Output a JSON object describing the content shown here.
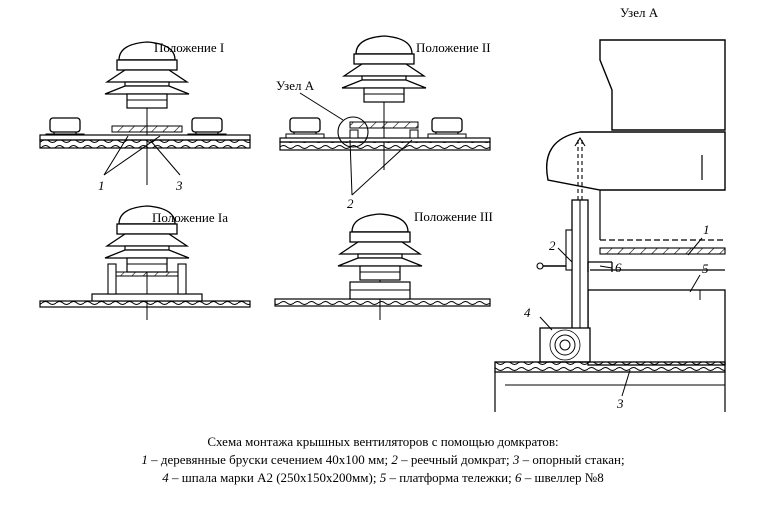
{
  "labels": {
    "pos1": "Положение I",
    "pos2": "Положение II",
    "pos1a": "Положение Ia",
    "pos3": "Положение III",
    "nodeA_small": "Узел А",
    "nodeA_detail": "Узел А"
  },
  "callouts": {
    "n1": "1",
    "n2": "2",
    "n3": "3",
    "n4": "4",
    "n5": "5",
    "n6": "6"
  },
  "caption": {
    "title": "Схема монтажа крышных вентиляторов с помощью домкратов:",
    "line2": [
      {
        "num": "1",
        "text": " – деревянные бруски сечением 40х100 мм; "
      },
      {
        "num": "2",
        "text": " – реечный домкрат; "
      },
      {
        "num": "3",
        "text": " – опорный стакан;"
      }
    ],
    "line3": [
      {
        "num": "4",
        "text": " – шпала марки А2 (250х150х200мм); "
      },
      {
        "num": "5",
        "text": " – платформа тележки; "
      },
      {
        "num": "6",
        "text": " – швеллер №8"
      }
    ]
  }
}
